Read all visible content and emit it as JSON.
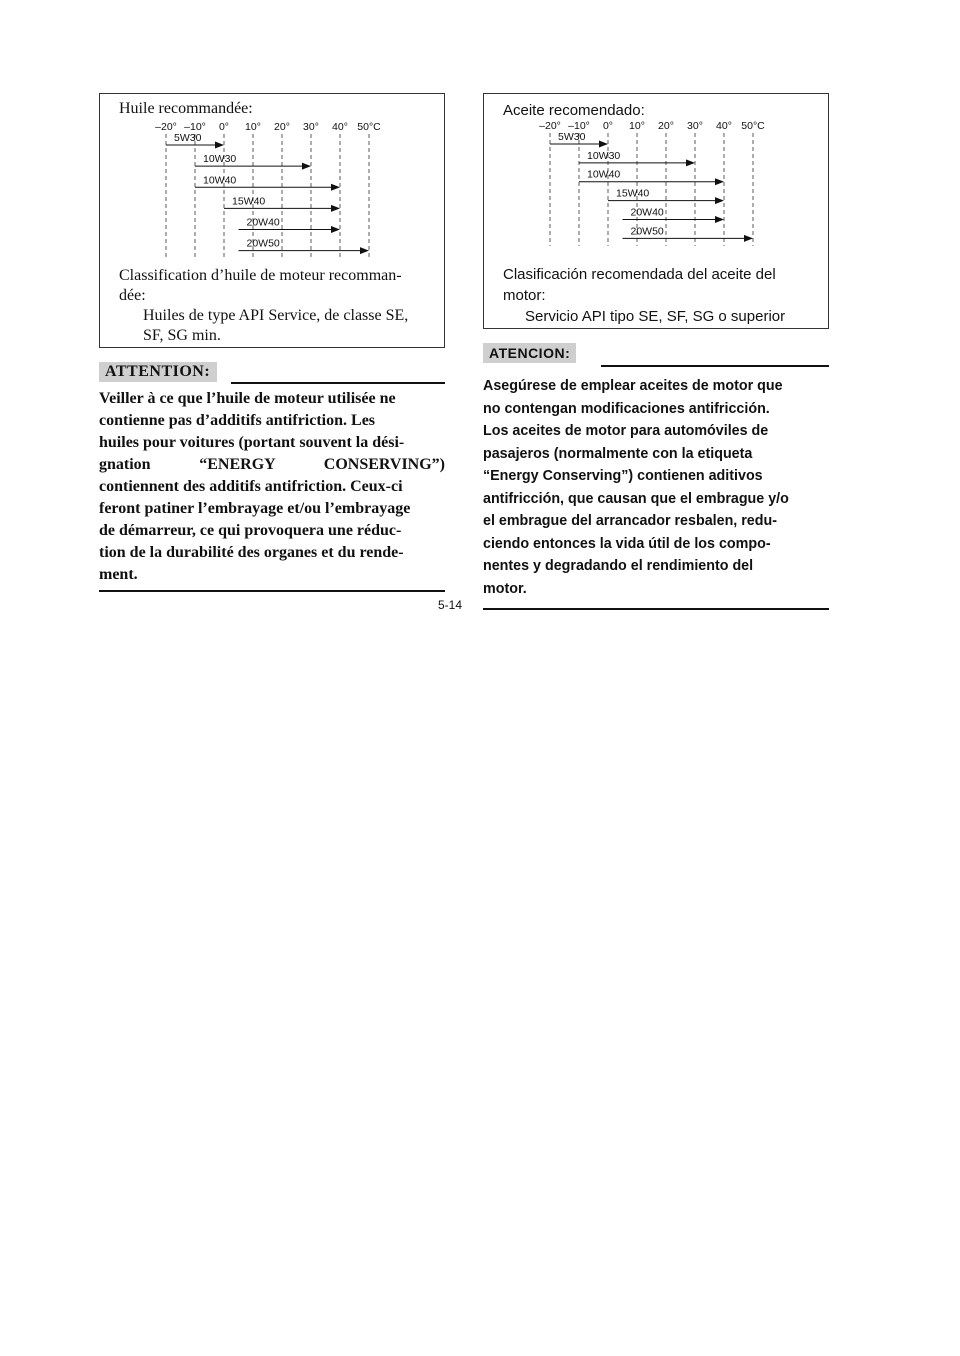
{
  "page_number": "5-14",
  "french": {
    "box_title": "Huile recommandée:",
    "classification_line1": "Classification d’huile de moteur recomman-",
    "classification_line2": "dée:",
    "classification_spec1": "Huiles de type API Service, de classe SE,",
    "classification_spec2": "SF, SG min.",
    "warning_label": "ATTENTION:",
    "warning_lines": [
      "Veiller à ce que l’huile de moteur utilisée ne",
      "contienne pas d’additifs antifriction. Les",
      "huiles pour voitures (portant souvent la dési-",
      "gnation “ENERGY CONSERVING”)",
      "contiennent des additifs antifriction. Ceux-ci",
      "feront patiner l’embrayage et/ou l’embrayage",
      "de démarreur, ce qui provoquera une réduc-",
      "tion de la durabilité des organes et du rende-",
      "ment."
    ]
  },
  "spanish": {
    "box_title": "Aceite recomendado:",
    "classification_line1": "Clasificación recomendada del aceite del",
    "classification_line2": "motor:",
    "classification_spec1": "Servicio API tipo SE, SF, SG o superior",
    "warning_label": "ATENCION:",
    "warning_lines": [
      "Asegúrese de emplear aceites de motor que",
      "no contengan modificaciones antifricción.",
      "Los aceites de motor para automóviles de",
      "pasajeros (normalmente con la etiqueta",
      "“Energy Conserving”) contienen aditivos",
      "antifricción, que causan que el embrague y/o",
      "el embrague del arrancador resbalen, redu-",
      "ciendo entonces la vida útil de los compo-",
      "nentes y degradando el rendimiento del",
      "motor."
    ]
  },
  "chart_data": {
    "type": "range-bar",
    "temperature_ticks": [
      "–20°",
      "–10°",
      "0°",
      "10°",
      "20°",
      "30°",
      "40°",
      "50°C"
    ],
    "tick_values": [
      -20,
      -10,
      0,
      10,
      20,
      30,
      40,
      50
    ],
    "series": [
      {
        "name": "5W30",
        "from": -20,
        "to": 0
      },
      {
        "name": "10W30",
        "from": -10,
        "to": 30
      },
      {
        "name": "10W40",
        "from": -10,
        "to": 40
      },
      {
        "name": "15W40",
        "from": 0,
        "to": 40
      },
      {
        "name": "20W40",
        "from": 5,
        "to": 40
      },
      {
        "name": "20W50",
        "from": 5,
        "to": 50
      }
    ]
  }
}
